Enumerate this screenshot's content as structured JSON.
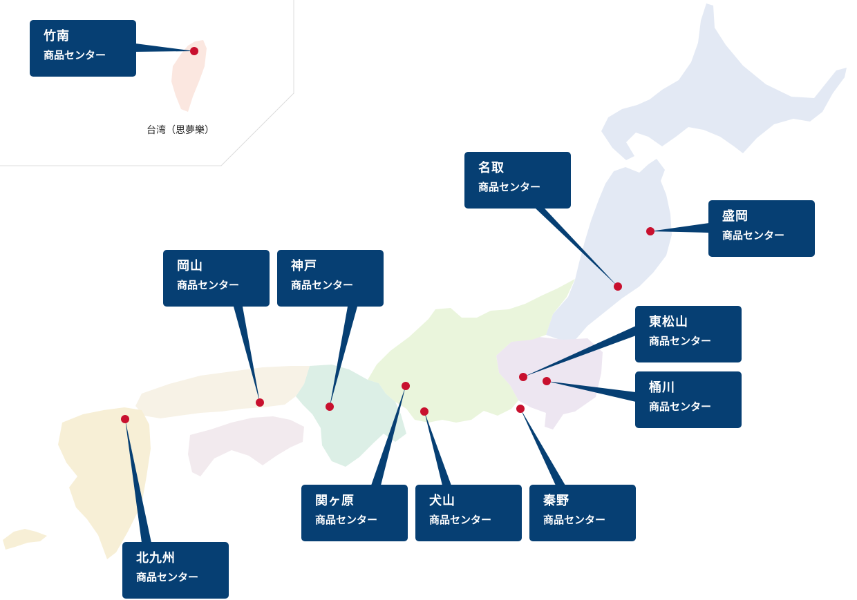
{
  "centers": [
    {
      "id": "chikunan",
      "name": "竹南",
      "sub": "商品センター"
    },
    {
      "id": "natori",
      "name": "名取",
      "sub": "商品センター"
    },
    {
      "id": "morioka",
      "name": "盛岡",
      "sub": "商品センター"
    },
    {
      "id": "okayama",
      "name": "岡山",
      "sub": "商品センター"
    },
    {
      "id": "kobe",
      "name": "神戸",
      "sub": "商品センター"
    },
    {
      "id": "higashimatsuyama",
      "name": "東松山",
      "sub": "商品センター"
    },
    {
      "id": "okegawa",
      "name": "桶川",
      "sub": "商品センター"
    },
    {
      "id": "sekigahara",
      "name": "関ヶ原",
      "sub": "商品センター"
    },
    {
      "id": "inuyama",
      "name": "犬山",
      "sub": "商品センター"
    },
    {
      "id": "hadano",
      "name": "秦野",
      "sub": "商品センター"
    },
    {
      "id": "kitakyushu",
      "name": "北九州",
      "sub": "商品センター"
    }
  ],
  "inset": {
    "caption": "台湾（思夢樂）"
  },
  "colors": {
    "label_bg": "#063f73",
    "pin": "#c8102e",
    "hokkaido_tohoku": "#e3e9f4",
    "kanto": "#ede6f1",
    "chubu": "#eaf5dc",
    "kinki": "#dcefe6",
    "chugoku": "#f7f2e6",
    "shikoku": "#f2eaee",
    "kyushu": "#f7efd6",
    "taiwan": "#fbe7e0"
  }
}
